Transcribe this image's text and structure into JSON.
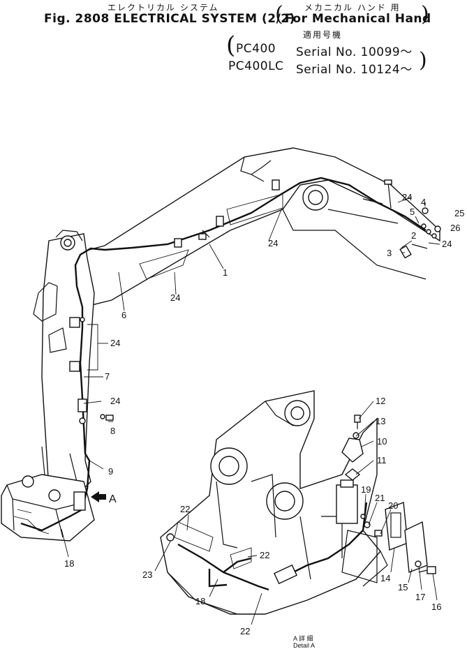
{
  "header": {
    "jp_title": "エレクトリカル システム",
    "fig_title": "Fig. 2808  ELECTRICAL  SYSTEM (2/2)",
    "jp_subtitle": "メカニカル ハンド 用",
    "for_label": "For  Mechanical  Hand",
    "jp_applicable": "適用号機",
    "model_1": "PC400",
    "serial_1": "Serial  No.  10099～",
    "model_2": "PC400LC",
    "serial_2": "Serial  No.  10124～"
  },
  "callouts": {
    "c1": "1",
    "c2": "2",
    "c3": "3",
    "c4": "4",
    "c5": "5",
    "c6": "6",
    "c7": "7",
    "c8": "8",
    "c9": "9",
    "c10": "10",
    "c11": "11",
    "c12": "12",
    "c13": "13",
    "c14": "14",
    "c15": "15",
    "c16": "16",
    "c17": "17",
    "c18a": "18",
    "c18b": "18",
    "c19": "19",
    "c20": "20",
    "c21": "21",
    "c22a": "22",
    "c22b": "22",
    "c22c": "22",
    "c23": "23",
    "c24a": "24",
    "c24b": "24",
    "c24c": "24",
    "c24d": "24",
    "c24e": "24",
    "c24f": "24",
    "c25": "25",
    "c26": "26",
    "arrow_a": "A"
  },
  "detail": {
    "jp": "A 詳 細",
    "label": "Detail A"
  }
}
